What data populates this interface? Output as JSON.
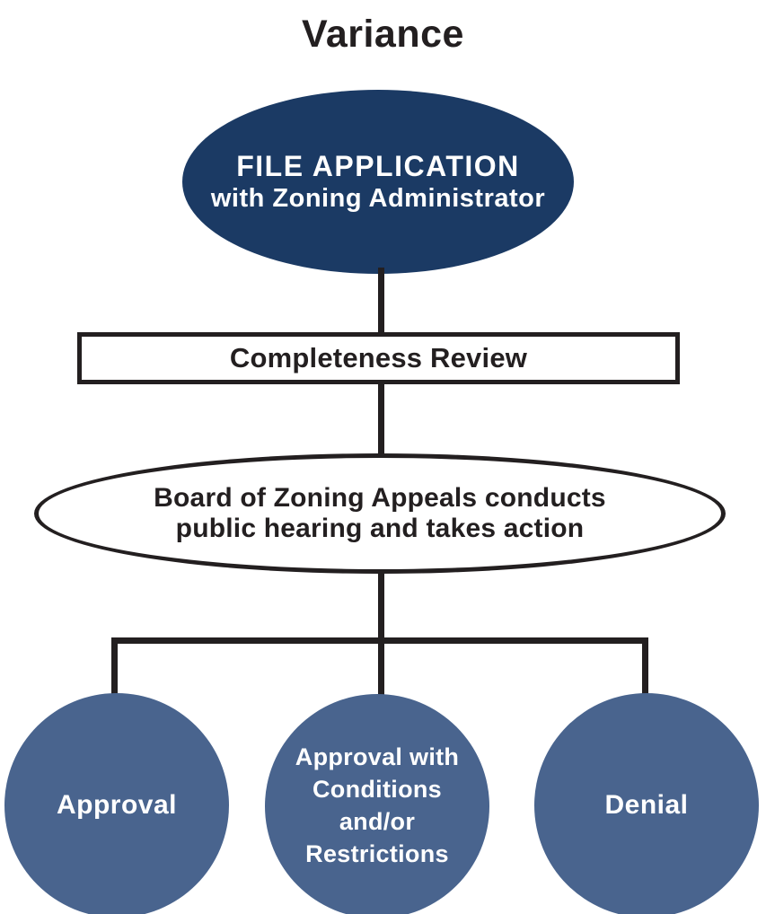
{
  "title": "Variance",
  "colors": {
    "navy": "#1b3a64",
    "slate_blue": "#49648e",
    "line_black": "#231f20",
    "background": "#ffffff"
  },
  "flow": {
    "file_application": {
      "line1": "FILE APPLICATION",
      "line2": "with Zoning Administrator"
    },
    "completeness_review": {
      "label": "Completeness Review"
    },
    "board_hearing": {
      "line1": "Board of Zoning Appeals conducts",
      "line2": "public hearing and takes action"
    },
    "outcomes": {
      "approval": {
        "label": "Approval"
      },
      "approval_with_conditions": {
        "lines": [
          "Approval with",
          "Conditions",
          "and/or",
          "Restrictions"
        ]
      },
      "denial": {
        "label": "Denial"
      }
    }
  }
}
